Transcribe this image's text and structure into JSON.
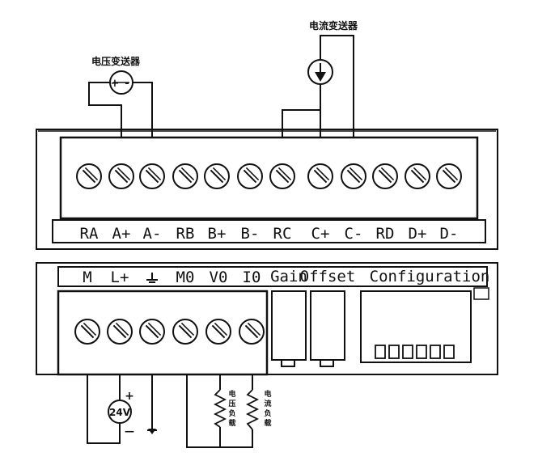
{
  "top_terminal_labels": [
    "RA",
    "A+",
    "A-",
    "RB",
    "B+",
    "B-",
    "RC",
    "C+",
    "C-",
    "RD",
    "D+",
    "D-"
  ],
  "bottom_terminal_labels": [
    "M",
    "L+",
    "⏚",
    "M0",
    "V0",
    "I0"
  ],
  "bottom_panel_labels": [
    "Gain",
    "Offset",
    "Configuration"
  ],
  "voltage_transmitter": "电压变送器",
  "current_transmitter": "电流变送器",
  "supply_voltage": "24V",
  "supply_plus": "+",
  "supply_minus": "—",
  "voltage_load": [
    "电",
    "压",
    "负",
    "载"
  ],
  "current_load": [
    "电",
    "流",
    "负",
    "载"
  ],
  "transmitter_plus": "+",
  "transmitter_minus": "-"
}
